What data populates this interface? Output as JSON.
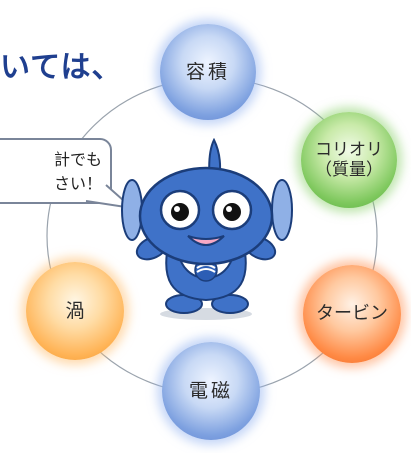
{
  "headline": "いては、",
  "speech_bubble": {
    "line1": "計でも",
    "line2": "さい！"
  },
  "nodes": {
    "volume": "容積",
    "coriolis_line1": "コリオリ",
    "coriolis_line2": "（質量）",
    "turbine": "タービン",
    "electromagnetic": "電磁",
    "vortex": "渦"
  },
  "colors": {
    "headline": "#1f3f8f",
    "mascot_body": "#3f72c8",
    "node_blue": "#7ea1e0",
    "node_green": "#7ec85d",
    "node_orange": "#ff8a45",
    "node_yellow": "#ffb457"
  },
  "icons": {
    "mascot": "blue-droplet-mascot",
    "badge": "flowmeter-emblem"
  }
}
